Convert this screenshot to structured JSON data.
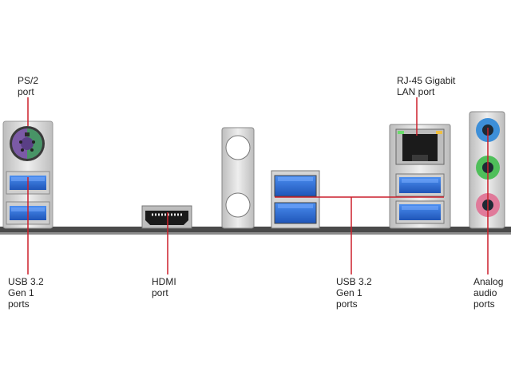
{
  "labels": {
    "ps2": "PS/2\nport",
    "usb_left": "USB 3.2\nGen 1\nports",
    "hdmi": "HDMI\nport",
    "rj45": "RJ-45 Gigabit\nLAN port",
    "usb_right": "USB 3.2\nGen 1\nports",
    "analog": "Analog\naudio\nports"
  },
  "colors": {
    "callout_line": "#cc1f2b",
    "usb_blue": "#2f6fd6",
    "metal": "#d9d9d9",
    "baseplate": "#4a4a4a",
    "ps2_purple": "#7b5aa6",
    "ps2_green": "#3f9f5a",
    "jack_blue": "#3d8fd8",
    "jack_green": "#4fbf5a",
    "jack_pink": "#e07a9a"
  },
  "icons": [
    "ps2-port-icon",
    "usb-port-icon",
    "hdmi-port-icon",
    "rj45-port-icon",
    "audio-jack-icon"
  ]
}
